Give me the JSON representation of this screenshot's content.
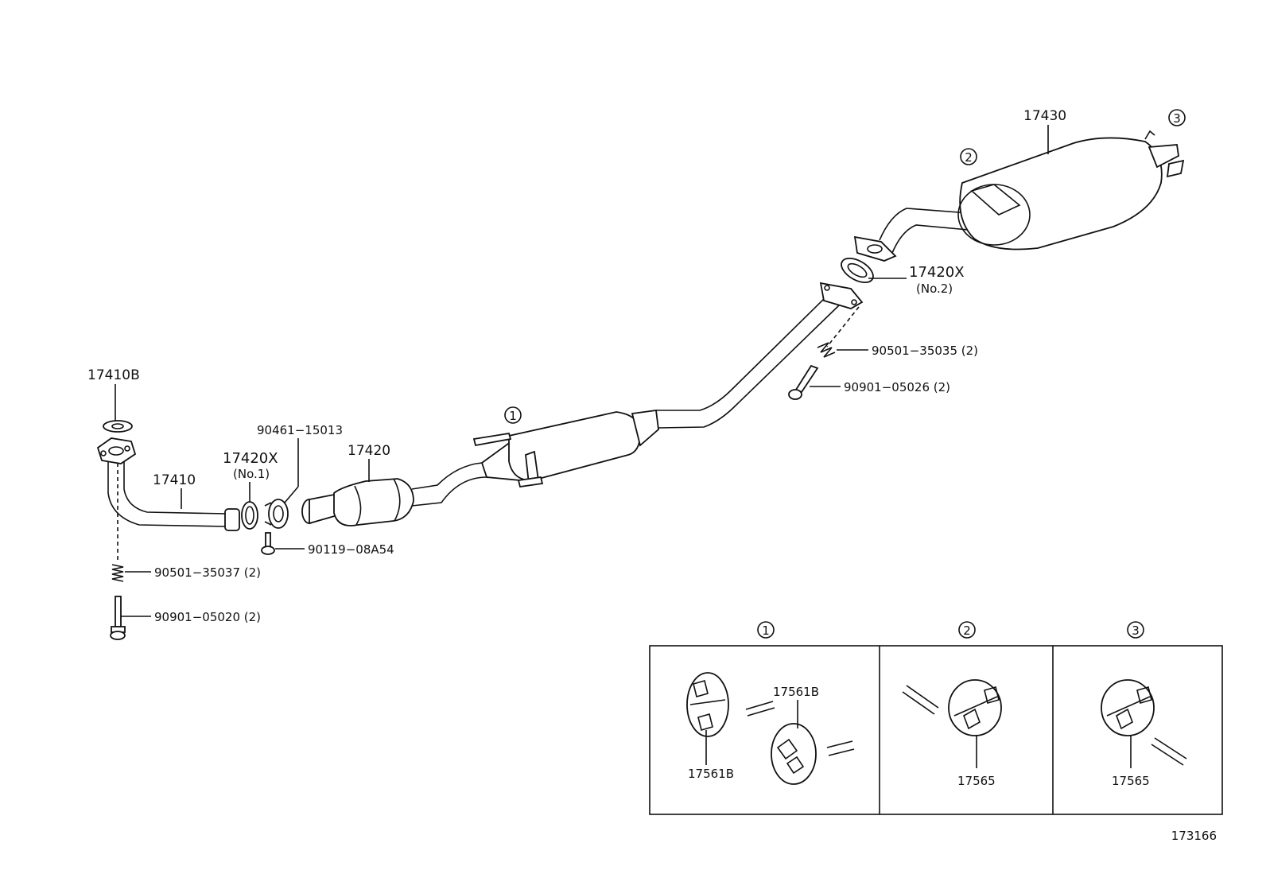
{
  "diagram": {
    "sheet_number": "173166",
    "callouts": {
      "c1": "1",
      "c2": "2",
      "c3": "3"
    },
    "labels": {
      "p17410B": "17410B",
      "p17410": "17410",
      "p17420X_1": "17420X",
      "p17420X_1_sub": "(No.1)",
      "p90461": "90461−15013",
      "p17420": "17420",
      "p90119": "90119−08A54",
      "p90501_37": "90501−35037 (2)",
      "p90901_20": "90901−05020 (2)",
      "p17430": "17430",
      "p17420X_2": "17420X",
      "p17420X_2_sub": "(No.2)",
      "p90501_35": "90501−35035 (2)",
      "p90901_26": "90901−05026 (2)"
    },
    "inset": {
      "panel1_header": "1",
      "panel2_header": "2",
      "panel3_header": "3",
      "panel1_label_a": "17561B",
      "panel1_label_b": "17561B",
      "panel2_label": "17565",
      "panel3_label": "17565"
    }
  }
}
